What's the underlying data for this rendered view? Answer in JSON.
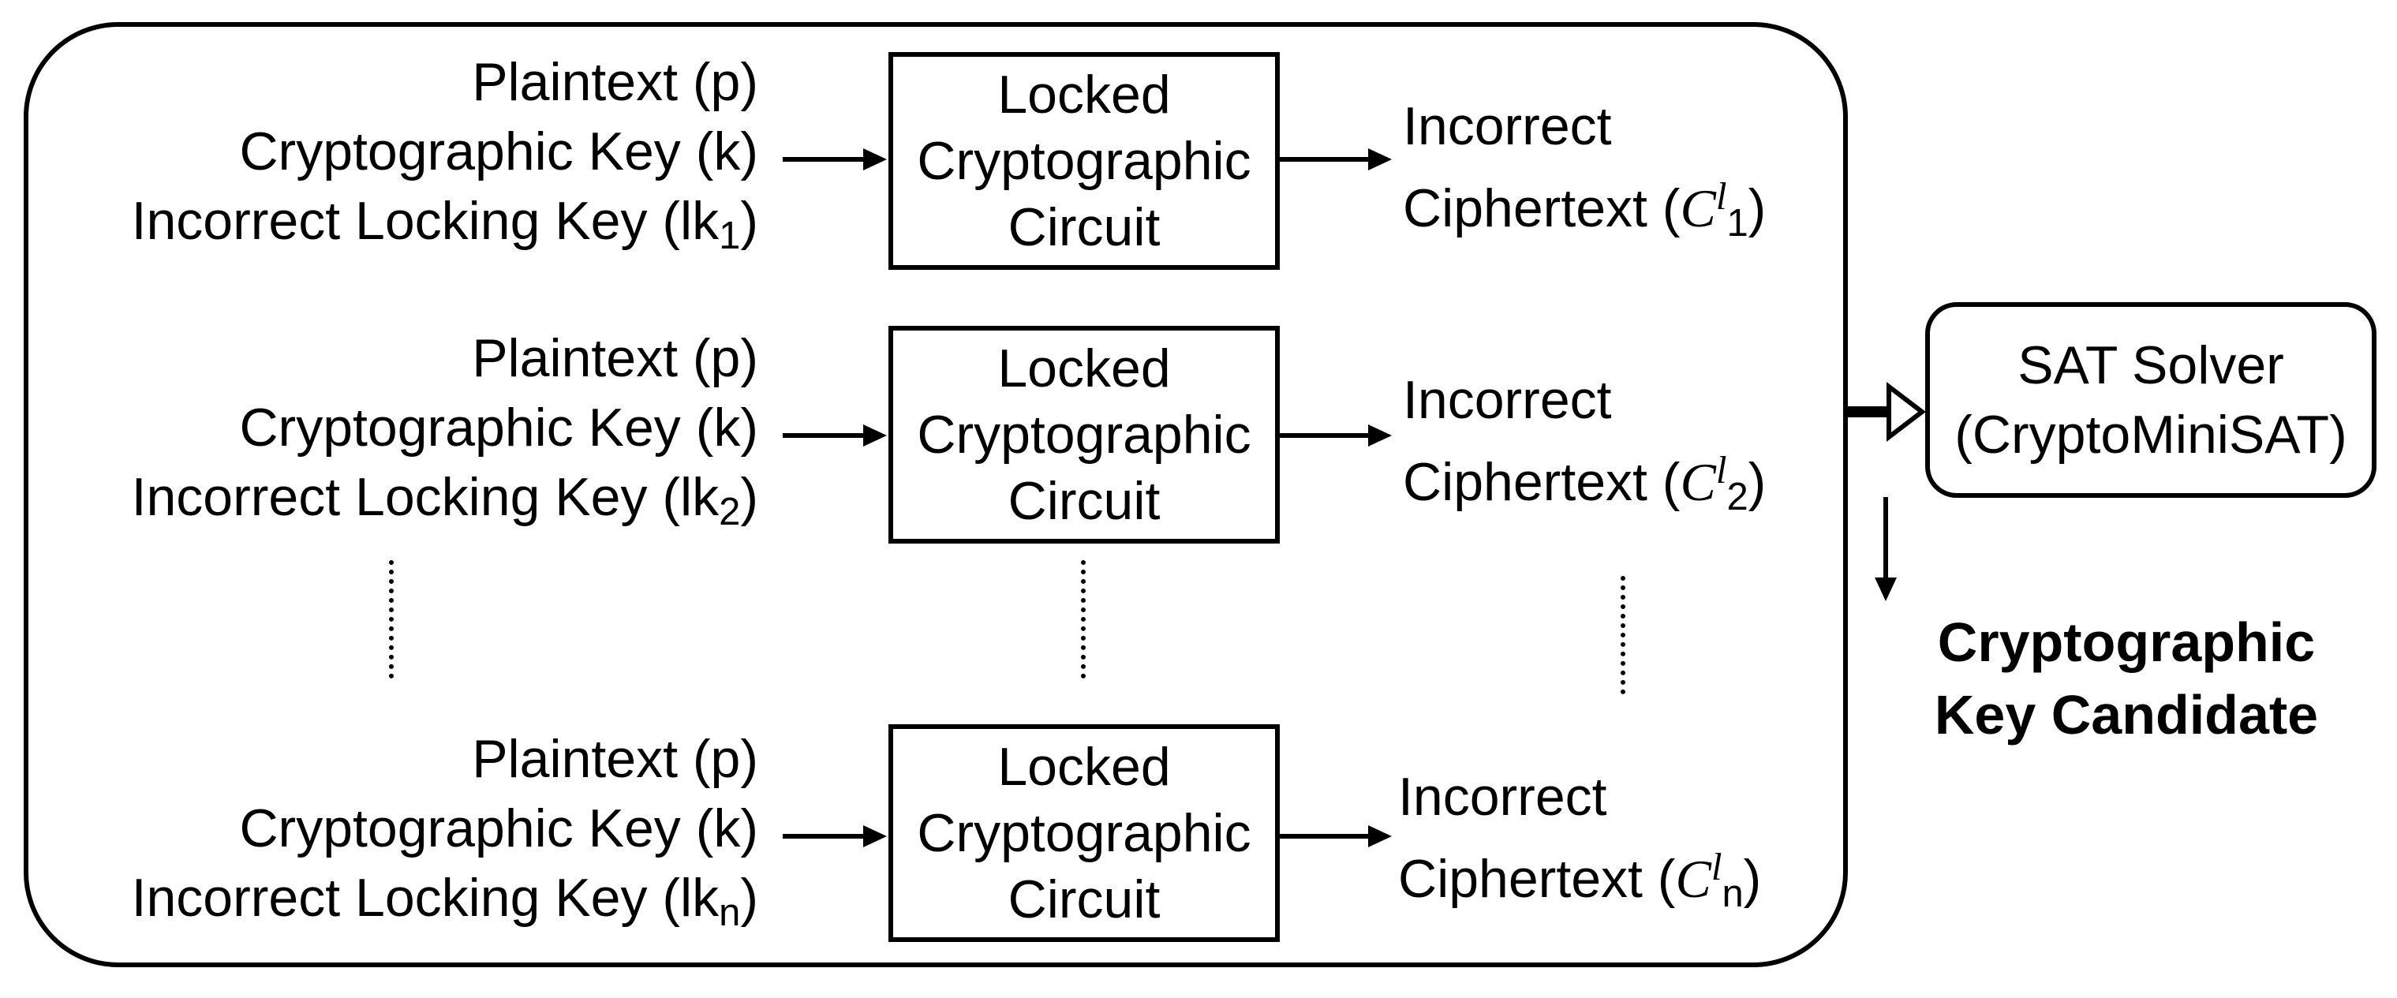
{
  "rows": [
    {
      "plaintext": "Plaintext (p)",
      "crypto_key": "Cryptographic Key (k)",
      "locking_key_prefix": "Incorrect Locking Key (lk",
      "locking_key_sub": "1",
      "locking_key_suffix": ")",
      "box_lines": [
        "Locked",
        "Cryptographic",
        "Circuit"
      ],
      "output_line1": "Incorrect",
      "output_prefix": "Ciphertext (",
      "output_c": "C",
      "output_sup": "l",
      "output_sub": "1",
      "output_suffix": ")"
    },
    {
      "plaintext": "Plaintext (p)",
      "crypto_key": "Cryptographic Key (k)",
      "locking_key_prefix": "Incorrect Locking Key (lk",
      "locking_key_sub": "2",
      "locking_key_suffix": ")",
      "box_lines": [
        "Locked",
        "Cryptographic",
        "Circuit"
      ],
      "output_line1": "Incorrect",
      "output_prefix": "Ciphertext (",
      "output_c": "C",
      "output_sup": "l",
      "output_sub": "2",
      "output_suffix": ")"
    },
    {
      "plaintext": "Plaintext (p)",
      "crypto_key": "Cryptographic Key (k)",
      "locking_key_prefix": "Incorrect Locking Key (lk",
      "locking_key_sub": "n",
      "locking_key_suffix": ")",
      "box_lines": [
        "Locked",
        "Cryptographic",
        "Circuit"
      ],
      "output_line1": "Incorrect",
      "output_prefix": "Ciphertext (",
      "output_c": "C",
      "output_sup": "l",
      "output_sub": "n",
      "output_suffix": ")"
    }
  ],
  "solver": {
    "line1": "SAT Solver",
    "line2": "(CryptoMiniSAT)"
  },
  "result": {
    "line1": "Cryptographic",
    "line2": "Key Candidate"
  }
}
